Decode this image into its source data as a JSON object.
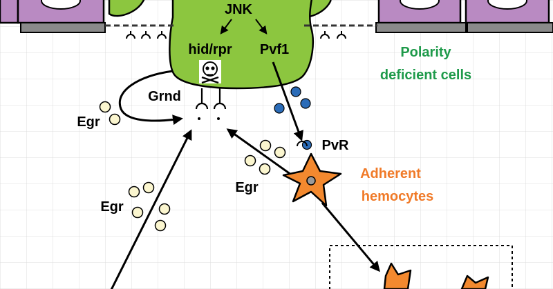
{
  "labels": {
    "jnk": "JNK",
    "hid_rpr": "hid/rpr",
    "pvf1": "Pvf1",
    "grnd": "Grnd",
    "pvr": "PvR",
    "egr_top": "Egr",
    "egr_mid": "Egr",
    "egr_left": "Egr",
    "polarity_line1": "Polarity",
    "polarity_line2": "deficient cells",
    "adherent_line1": "Adherent",
    "adherent_line2": "hemocytes"
  },
  "colors": {
    "polarity_text": "#1e9a4a",
    "hemocyte_text": "#f07a28",
    "tumor_fill": "#8cc63f",
    "epithelial_fill": "#b98ac2",
    "base_fill": "#8a8a8a",
    "hemocyte_fill": "#f3892f",
    "pvf1_dot": "#2b6cb8",
    "egr_dot": "#fbf6cf",
    "grid": "#dcdcdc"
  },
  "icons": {
    "death": "skull-crossbones-icon"
  }
}
